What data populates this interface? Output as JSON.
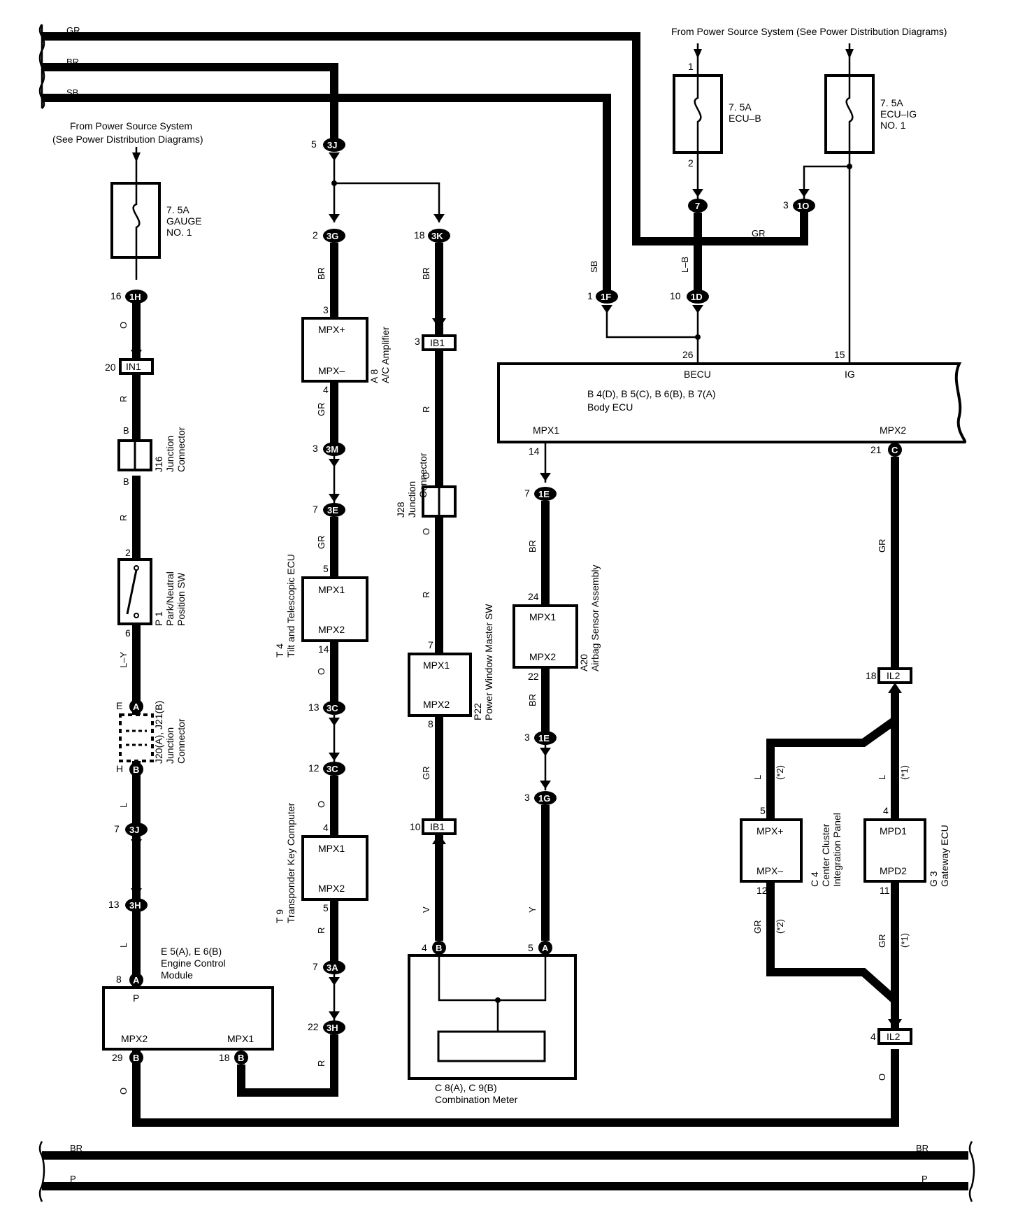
{
  "sources": {
    "top_right": "From Power Source System (See Power Distribution Diagrams)",
    "left_line1": "From Power Source System",
    "left_line2": "(See Power Distribution Diagrams)"
  },
  "fuses": {
    "gauge": {
      "line1": "7. 5A",
      "line2": "GAUGE",
      "line3": "NO. 1"
    },
    "ecub": {
      "line1": "7. 5A",
      "line2": "ECU–B"
    },
    "ecuig": {
      "line1": "7. 5A",
      "line2": "ECU–IG",
      "line3": "NO. 1"
    }
  },
  "bus_colors": {
    "top1": "GR",
    "top2": "BR",
    "top3": "SB",
    "bottom1": "BR",
    "bottom2": "P"
  },
  "wire_colors": {
    "c1_o": "O",
    "c1_r1": "R",
    "c1_b1": "B",
    "c1_b2": "B",
    "c1_r2": "R",
    "c1_ly": "L–Y",
    "c1_e": "E",
    "c1_h": "H",
    "c1_l1": "L",
    "c1_l2": "L",
    "c1_o2": "O",
    "c2_br": "BR",
    "c2_gr1": "GR",
    "c2_gr2": "GR",
    "c2_o1": "O",
    "c2_o2": "O",
    "c2_r1": "R",
    "c2_r2": "R",
    "c3_br": "BR",
    "c3_r1": "R",
    "c3_o1": "O",
    "c3_o2": "O",
    "c3_r2": "R",
    "c3_gr": "GR",
    "c3_v": "V",
    "c4_br1": "BR",
    "c4_br2": "BR",
    "c4_y": "Y",
    "sb": "SB",
    "lb": "L–B",
    "gr_h": "GR",
    "c6_gr": "GR",
    "c6_l1": "L",
    "c6_l2": "L",
    "c6_gr2": "GR",
    "c6_gr3": "GR",
    "c6_o": "O",
    "note2a": "(*2)",
    "note1a": "(*1)",
    "note2b": "(*2)",
    "note1b": "(*1)"
  },
  "components": {
    "j16": {
      "id": "J16",
      "name": "Junction",
      "name2": "Connector"
    },
    "p1": {
      "id": "P 1",
      "name": "Park/Neutral",
      "name2": "Position SW"
    },
    "j20": {
      "id": "J20(A), J21(B)",
      "name": "Junction",
      "name2": "Connector"
    },
    "ecm": {
      "line1": "E 5(A), E 6(B)",
      "line2": "Engine Control",
      "line3": "Module",
      "p": "P",
      "mpx2": "MPX2",
      "mpx1": "MPX1"
    },
    "a8": {
      "id": "A 8",
      "name": "A/C Amplifier",
      "mpxp": "MPX+",
      "mpxm": "MPX–"
    },
    "t4": {
      "id": "T 4",
      "name": "Tilt and Telescopic ECU",
      "mpx1": "MPX1",
      "mpx2": "MPX2"
    },
    "t9": {
      "id": "T 9",
      "name": "Transponder Key Computer",
      "mpx1": "MPX1",
      "mpx2": "MPX2"
    },
    "j28": {
      "id": "J28",
      "name": "Junction",
      "name2": "Connector"
    },
    "p22": {
      "id": "P22",
      "name": "Power Window Master SW",
      "mpx1": "MPX1",
      "mpx2": "MPX2"
    },
    "combo": {
      "id": "C 8(A), C 9(B)",
      "name": "Combination Meter"
    },
    "a20": {
      "id": "A20",
      "name": "Airbag Sensor Assembly",
      "mpx1": "MPX1",
      "mpx2": "MPX2"
    },
    "body": {
      "id": "B 4(D), B 5(C), B 6(B), B 7(A)",
      "name": "Body ECU",
      "becu": "BECU",
      "ig": "IG",
      "mpx1": "MPX1",
      "mpx2": "MPX2"
    },
    "c4": {
      "id": "C 4",
      "name": "Center Cluster",
      "name2": "Integration Panel",
      "mpxp": "MPX+",
      "mpxm": "MPX–"
    },
    "g3": {
      "id": "G 3",
      "name": "Gateway ECU",
      "mpd1": "MPD1",
      "mpd2": "MPD2"
    }
  },
  "connectors": {
    "c1h": "1H",
    "cin1": "IN1",
    "ca1": "A",
    "cb1": "B",
    "c3j1": "3J",
    "c3h1": "3H",
    "cea": "A",
    "ceb1": "B",
    "ceb2": "B",
    "c3j2": "3J",
    "c3g": "3G",
    "c3m": "3M",
    "c3e": "3E",
    "c3c1": "3C",
    "c3c2": "3C",
    "c3a": "3A",
    "c3h2": "3H",
    "c3k": "3K",
    "cib1a": "IB1",
    "cib1b": "IB1",
    "cmb": "B",
    "cma": "A",
    "c1e1": "1E",
    "c1e2": "1E",
    "c1g": "1G",
    "c1f": "1F",
    "c7": "7",
    "c1o": "1O",
    "c1d": "1D",
    "cbc": "C",
    "cil2a": "IL2",
    "cil2b": "IL2"
  },
  "pins": {
    "p16": "16",
    "p20": "20",
    "p2a": "2",
    "p6a": "6",
    "p7a": "7",
    "p13a": "13",
    "p8": "8",
    "p29": "29",
    "p18a": "18",
    "p5a": "5",
    "p2b": "2",
    "p3a": "3",
    "p4a": "4",
    "p3b": "3",
    "p7b": "7",
    "p5b": "5",
    "p14a": "14",
    "p13b": "13",
    "p12": "12",
    "p4b": "4",
    "p5c": "5",
    "p7c": "7",
    "p22a": "22",
    "p18b": "18",
    "p3c": "3",
    "p7d": "7",
    "p8b": "8",
    "p10a": "10",
    "p4c": "4",
    "p5d": "5",
    "p14b": "14",
    "p7e": "7",
    "p24": "24",
    "p22b": "22",
    "p3d": "3",
    "p3e": "3",
    "p1a": "1",
    "p2c": "2",
    "p3f": "3",
    "p1b": "1",
    "p10b": "10",
    "p26": "26",
    "p15": "15",
    "p21": "21",
    "p18c": "18",
    "p5e": "5",
    "p12b": "12",
    "p4d": "4",
    "p11": "11",
    "p4e": "4"
  }
}
